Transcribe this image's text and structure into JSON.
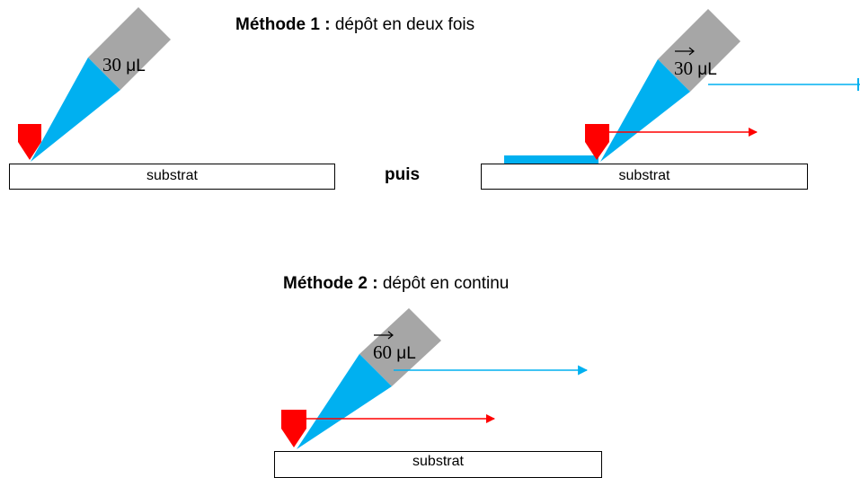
{
  "method1": {
    "title_bold": "Méthode 1 :",
    "title_rest": " dépôt en deux fois",
    "left_volume_num": "30",
    "left_volume_unit": " μL",
    "right_volume_num": "30",
    "right_volume_unit": " μL",
    "connector": "puis",
    "substrate_left": "substrat",
    "substrate_right": "substrat"
  },
  "method2": {
    "title_bold": "Méthode 2 :",
    "title_rest": " dépôt en continu",
    "volume_num": "60",
    "volume_unit": " μL",
    "substrate": "substrat"
  },
  "colors": {
    "liquid": "#00b0f0",
    "pipette_body": "#a6a6a6",
    "tip_marker": "#ff0000",
    "motion_arrow": "#ff0000",
    "flow_arrow": "#00b0f0",
    "outline": "#000000"
  }
}
